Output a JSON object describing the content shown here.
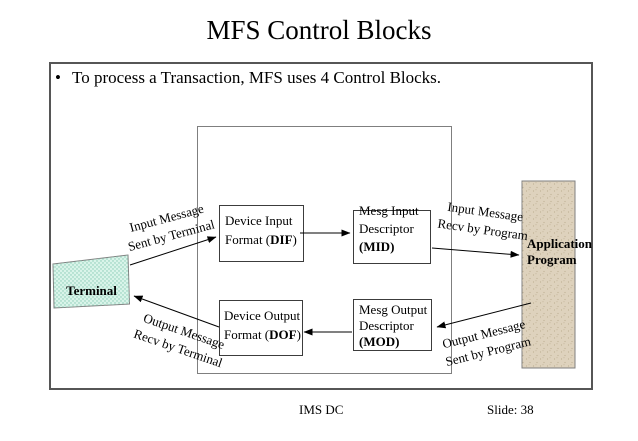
{
  "slide": {
    "title": "MFS Control Blocks",
    "bullet": {
      "marker": "•",
      "text": "To process a Transaction, MFS uses 4 Control Blocks."
    },
    "footer": {
      "left": "IMS DC",
      "right": "Slide: 38"
    }
  },
  "diagram": {
    "terminal": {
      "label": "Terminal",
      "fill": "#d9f4e9",
      "dot_color": "#86c9b2"
    },
    "application": {
      "line1": "Application",
      "line2": "Program",
      "fill": "#ded2bd",
      "speckle_color": "#bdae92"
    },
    "boxes": {
      "dif": {
        "line1": "Device Input",
        "line2_pre": "Format (",
        "acronym": "DIF",
        "line2_post": ")"
      },
      "mid": {
        "line1": "Mesg Input",
        "line2": "Descriptor",
        "line3_pre": "(",
        "acronym": "MID",
        "line3_post": ")"
      },
      "dof": {
        "line1": "Device Output",
        "line2_pre": "Format (",
        "acronym": "DOF",
        "line2_post": ")"
      },
      "mod": {
        "line1": "Mesg Output",
        "line2": "Descriptor",
        "line3_pre": "(",
        "acronym": "MOD",
        "line3_post": ")"
      }
    },
    "flow_labels": {
      "input_terminal": {
        "line1": "Input Message",
        "line2": "Sent by Terminal"
      },
      "output_terminal": {
        "line1": "Output Message",
        "line2": "Recv by Terminal"
      },
      "input_program": {
        "line1": "Input Message",
        "line2": "Recv by Program"
      },
      "output_program": {
        "line1": "Output Message",
        "line2": "Sent by Program"
      }
    },
    "arrow_color": "#000000"
  }
}
